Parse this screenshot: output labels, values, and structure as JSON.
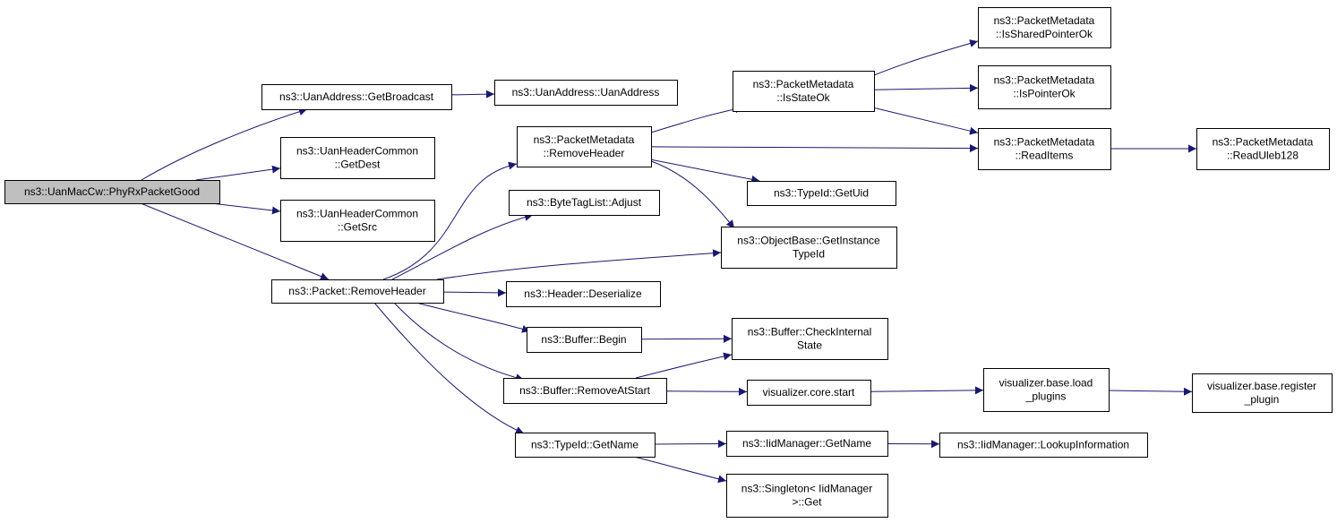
{
  "colors": {
    "edge": "#191970",
    "root_fill": "#bfbfbf",
    "node_fill": "#ffffff",
    "node_border": "#000000"
  },
  "nodes": {
    "phyrx": {
      "lines": [
        "ns3::UanMacCw::PhyRxPacketGood"
      ],
      "root": true
    },
    "getbroadcast": {
      "lines": [
        "ns3::UanAddress::GetBroadcast"
      ]
    },
    "uanaddress": {
      "lines": [
        "ns3::UanAddress::UanAddress"
      ]
    },
    "getdest": {
      "lines": [
        "ns3::UanHeaderCommon",
        "::GetDest"
      ]
    },
    "getsrc": {
      "lines": [
        "ns3::UanHeaderCommon",
        "::GetSrc"
      ]
    },
    "pkt_removeheader": {
      "lines": [
        "ns3::Packet::RemoveHeader"
      ]
    },
    "pm_removeheader": {
      "lines": [
        "ns3::PacketMetadata",
        "::RemoveHeader"
      ]
    },
    "bytetag_adjust": {
      "lines": [
        "ns3::ByteTagList::Adjust"
      ]
    },
    "pm_isstateok": {
      "lines": [
        "ns3::PacketMetadata",
        "::IsStateOk"
      ]
    },
    "pm_issharedpointerok": {
      "lines": [
        "ns3::PacketMetadata",
        "::IsSharedPointerOk"
      ]
    },
    "pm_ispointerok": {
      "lines": [
        "ns3::PacketMetadata",
        "::IsPointerOk"
      ]
    },
    "pm_readitems": {
      "lines": [
        "ns3::PacketMetadata",
        "::ReadItems"
      ]
    },
    "pm_readuleb": {
      "lines": [
        "ns3::PacketMetadata",
        "::ReadUleb128"
      ]
    },
    "typeid_getuid": {
      "lines": [
        "ns3::TypeId::GetUid"
      ]
    },
    "objectbase_getinstance": {
      "lines": [
        "ns3::ObjectBase::GetInstance",
        "TypeId"
      ]
    },
    "header_deserialize": {
      "lines": [
        "ns3::Header::Deserialize"
      ]
    },
    "buffer_begin": {
      "lines": [
        "ns3::Buffer::Begin"
      ]
    },
    "buffer_checkinternal": {
      "lines": [
        "ns3::Buffer::CheckInternal",
        "State"
      ]
    },
    "buffer_removeatstart": {
      "lines": [
        "ns3::Buffer::RemoveAtStart"
      ]
    },
    "vis_core_start": {
      "lines": [
        "visualizer.core.start"
      ]
    },
    "vis_load_plugins": {
      "lines": [
        "visualizer.base.load",
        "_plugins"
      ]
    },
    "vis_register_plugin": {
      "lines": [
        "visualizer.base.register",
        "_plugin"
      ]
    },
    "typeid_getname": {
      "lines": [
        "ns3::TypeId::GetName"
      ]
    },
    "iidmanager_getname": {
      "lines": [
        "ns3::IidManager::GetName"
      ]
    },
    "iidmanager_lookup": {
      "lines": [
        "ns3::IidManager::LookupInformation"
      ]
    },
    "singleton_get": {
      "lines": [
        "ns3::Singleton< IidManager",
        ">::Get"
      ]
    }
  },
  "edges": [
    [
      "phyrx",
      "getbroadcast"
    ],
    [
      "phyrx",
      "getdest"
    ],
    [
      "phyrx",
      "getsrc"
    ],
    [
      "phyrx",
      "pkt_removeheader"
    ],
    [
      "getbroadcast",
      "uanaddress"
    ],
    [
      "pkt_removeheader",
      "pm_removeheader"
    ],
    [
      "pkt_removeheader",
      "bytetag_adjust"
    ],
    [
      "pkt_removeheader",
      "objectbase_getinstance"
    ],
    [
      "pkt_removeheader",
      "header_deserialize"
    ],
    [
      "pkt_removeheader",
      "buffer_begin"
    ],
    [
      "pkt_removeheader",
      "buffer_removeatstart"
    ],
    [
      "pkt_removeheader",
      "typeid_getname"
    ],
    [
      "pm_removeheader",
      "pm_isstateok"
    ],
    [
      "pm_removeheader",
      "pm_readitems"
    ],
    [
      "pm_removeheader",
      "typeid_getuid"
    ],
    [
      "pm_removeheader",
      "objectbase_getinstance"
    ],
    [
      "pm_isstateok",
      "pm_issharedpointerok"
    ],
    [
      "pm_isstateok",
      "pm_ispointerok"
    ],
    [
      "pm_isstateok",
      "pm_readitems"
    ],
    [
      "pm_readitems",
      "pm_readuleb"
    ],
    [
      "buffer_begin",
      "buffer_checkinternal"
    ],
    [
      "buffer_removeatstart",
      "buffer_checkinternal"
    ],
    [
      "buffer_removeatstart",
      "vis_core_start"
    ],
    [
      "vis_core_start",
      "vis_load_plugins"
    ],
    [
      "vis_load_plugins",
      "vis_register_plugin"
    ],
    [
      "typeid_getname",
      "iidmanager_getname"
    ],
    [
      "typeid_getname",
      "singleton_get"
    ],
    [
      "iidmanager_getname",
      "iidmanager_lookup"
    ]
  ]
}
